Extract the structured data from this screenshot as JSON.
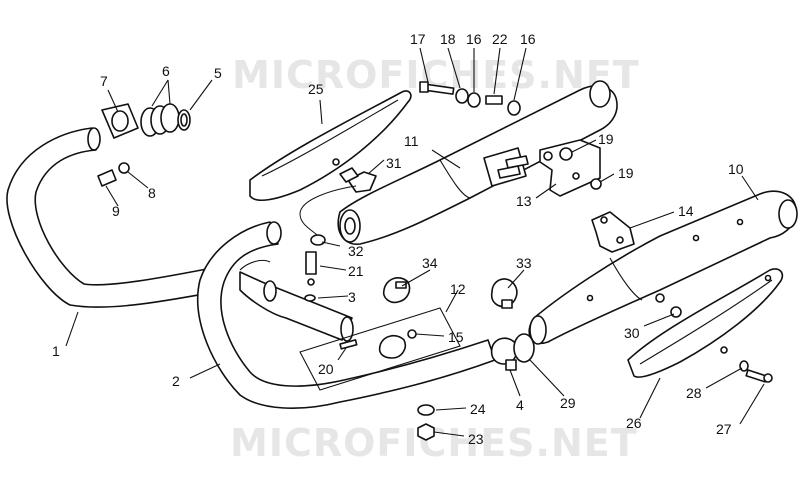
{
  "watermark": {
    "top": "MICROFICHES.NET",
    "bottom": "MICROFICHES.NET"
  },
  "callouts": {
    "c1": "1",
    "c2": "2",
    "c3": "3",
    "c4": "4",
    "c5": "5",
    "c6": "6",
    "c7": "7",
    "c8": "8",
    "c9": "9",
    "c10": "10",
    "c11": "11",
    "c12": "12",
    "c13": "13",
    "c14": "14",
    "c15": "15",
    "c16a": "16",
    "c16b": "16",
    "c17": "17",
    "c18": "18",
    "c19a": "19",
    "c19b": "19",
    "c20": "20",
    "c21": "21",
    "c22": "22",
    "c23": "23",
    "c24": "24",
    "c25": "25",
    "c26": "26",
    "c27": "27",
    "c28": "28",
    "c29": "29",
    "c30": "30",
    "c31": "31",
    "c32": "32",
    "c33": "33",
    "c34": "34"
  }
}
